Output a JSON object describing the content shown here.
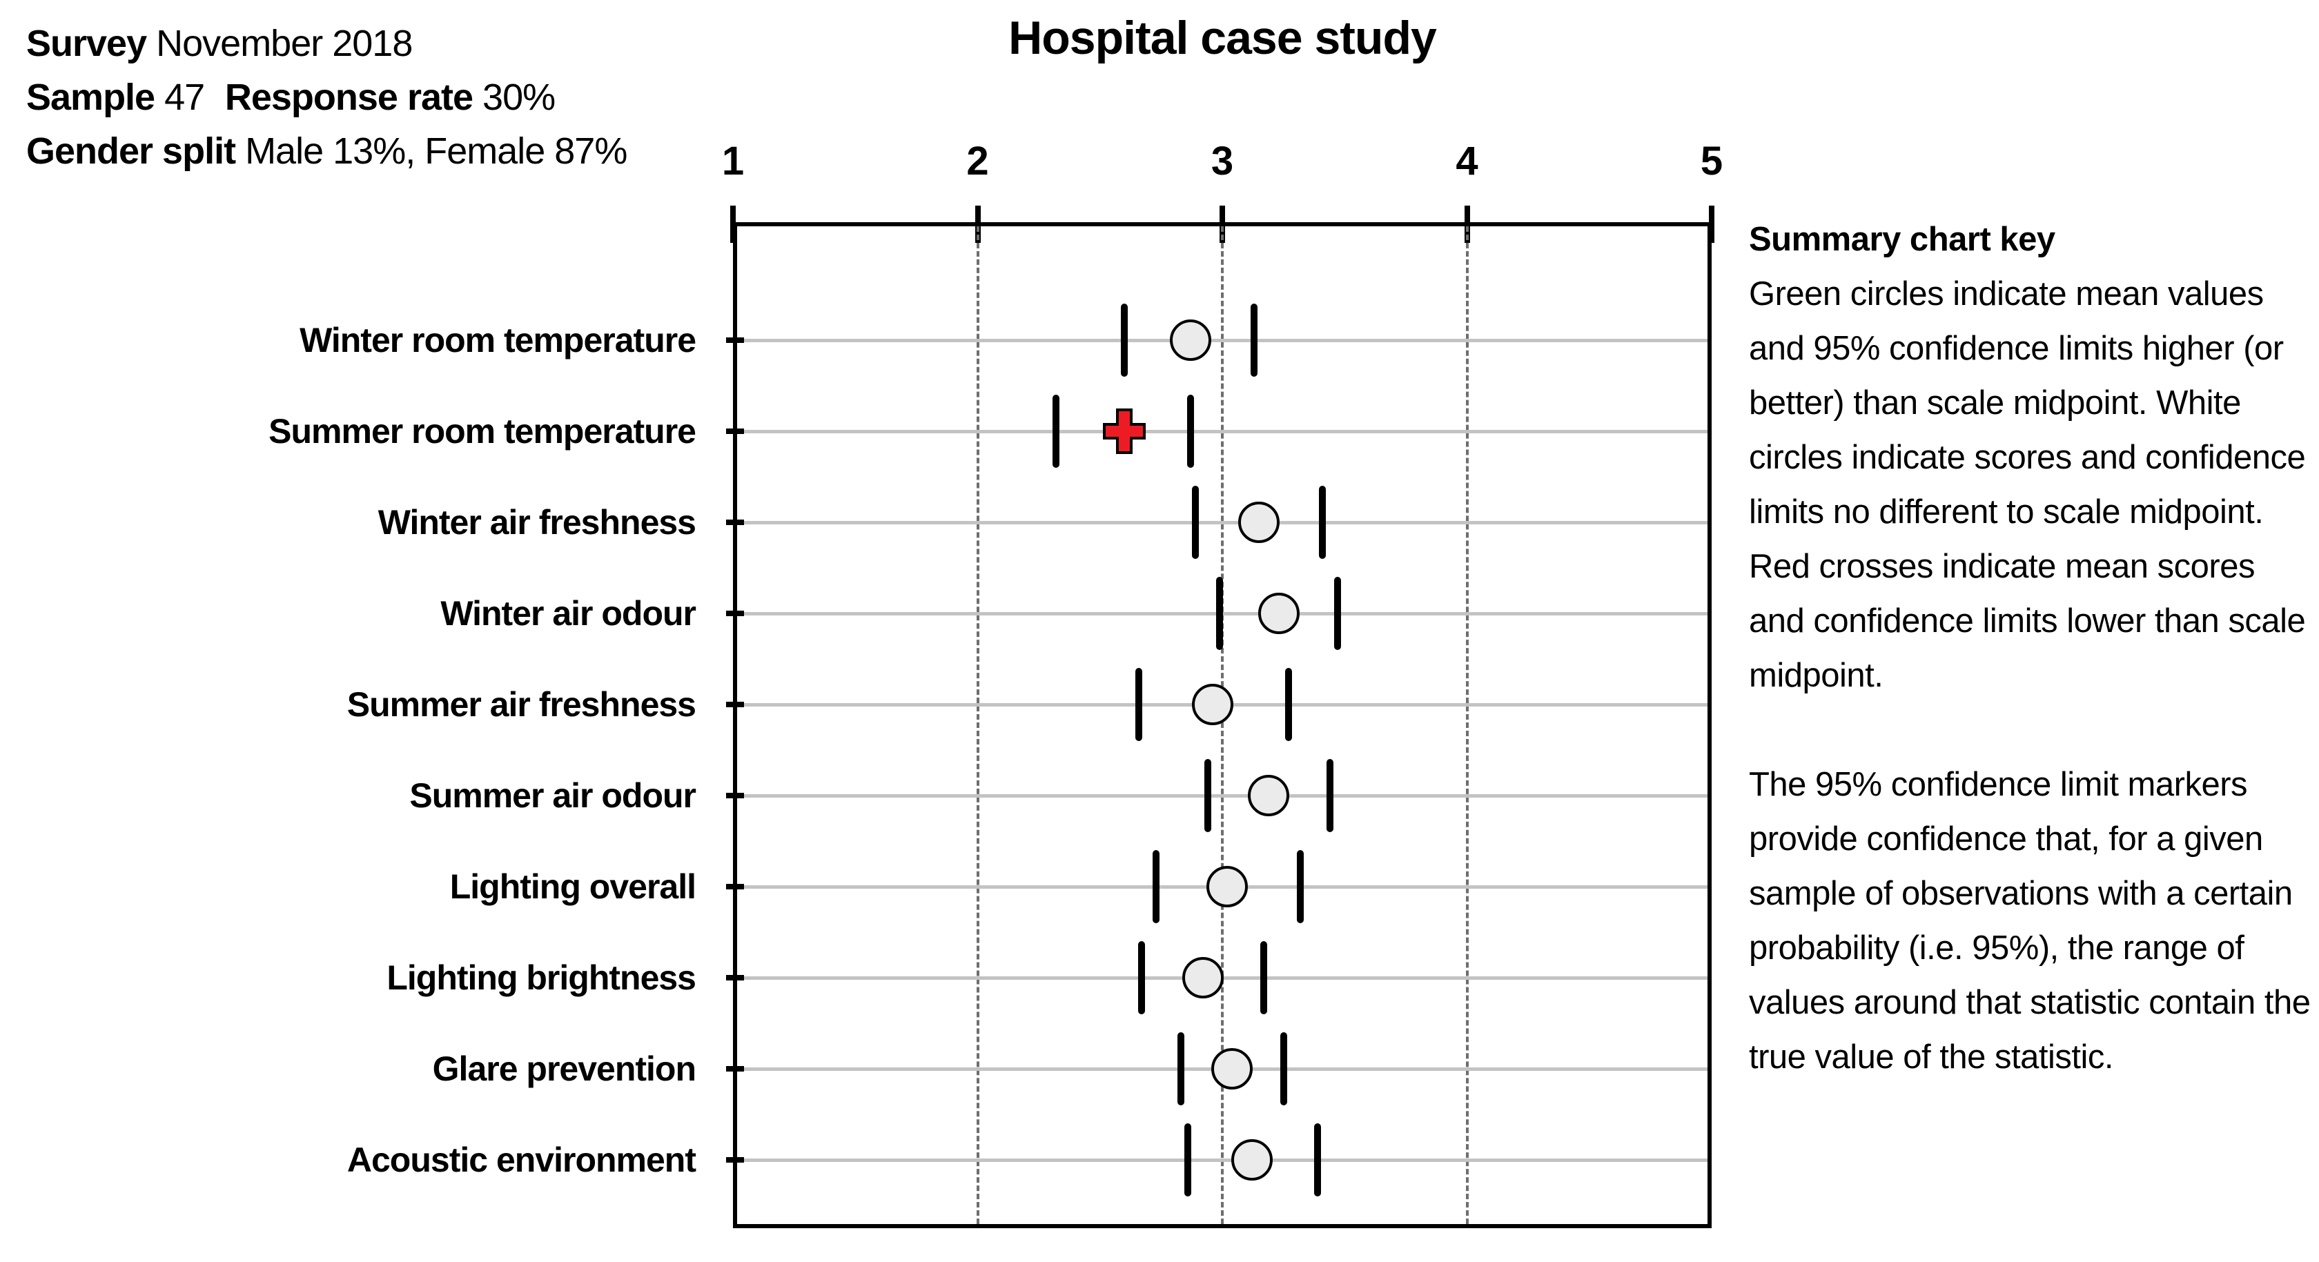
{
  "info": {
    "survey_label": "Survey",
    "survey_value": "November 2018",
    "sample_label": "Sample",
    "sample_value": "47",
    "response_label": "Response rate",
    "response_value": "30%",
    "gender_label": "Gender split",
    "gender_value": "Male 13%, Female 87%"
  },
  "key": {
    "title": "Summary chart key",
    "paragraph1": "Green circles indicate mean values and 95% confidence limits higher (or better) than scale midpoint. White circles indicate scores and confidence limits no different to scale midpoint. Red crosses indicate mean scores and confidence limits lower than scale midpoint.",
    "paragraph2": "The 95% confidence limit markers provide confidence that, for a given sample of observations with a certain probability (i.e. 95%), the range of values around that statistic contain the true value of the statistic."
  },
  "chart_data": {
    "type": "scatter",
    "subtype": "dot-plot-with-95pct-confidence-limits",
    "title": "Hospital case study",
    "xlabel": "",
    "ylabel": "",
    "x_axis": {
      "min": 1,
      "max": 5,
      "ticks": [
        1,
        2,
        3,
        4,
        5
      ],
      "dashed_gridlines": [
        2,
        3,
        4
      ],
      "scale_midpoint": 3
    },
    "legend_position": "right-text-key",
    "grid": "horizontal-row-lines-and-vertical-dashed",
    "rows": [
      {
        "label": "Winter room temperature",
        "marker": "white-circle",
        "mean": 2.87,
        "ci_low": 2.6,
        "ci_high": 3.13
      },
      {
        "label": "Summer room temperature",
        "marker": "red-cross",
        "mean": 2.6,
        "ci_low": 2.32,
        "ci_high": 2.87
      },
      {
        "label": "Winter air freshness",
        "marker": "white-circle",
        "mean": 3.15,
        "ci_low": 2.89,
        "ci_high": 3.41
      },
      {
        "label": "Winter air odour",
        "marker": "white-circle",
        "mean": 3.23,
        "ci_low": 2.99,
        "ci_high": 3.47
      },
      {
        "label": "Summer air freshness",
        "marker": "white-circle",
        "mean": 2.96,
        "ci_low": 2.66,
        "ci_high": 3.27
      },
      {
        "label": "Summer air odour",
        "marker": "white-circle",
        "mean": 3.19,
        "ci_low": 2.94,
        "ci_high": 3.44
      },
      {
        "label": "Lighting overall",
        "marker": "white-circle",
        "mean": 3.02,
        "ci_low": 2.73,
        "ci_high": 3.32
      },
      {
        "label": "Lighting brightness",
        "marker": "white-circle",
        "mean": 2.92,
        "ci_low": 2.67,
        "ci_high": 3.17
      },
      {
        "label": "Glare prevention",
        "marker": "white-circle",
        "mean": 3.04,
        "ci_low": 2.83,
        "ci_high": 3.25
      },
      {
        "label": "Acoustic environment",
        "marker": "white-circle",
        "mean": 3.12,
        "ci_low": 2.86,
        "ci_high": 3.39
      }
    ],
    "colors": {
      "red_cross": "#ed1c24",
      "circle_fill": "#ebebeb",
      "marker_outline": "#000000",
      "row_line": "#c3c3c3",
      "dashed_grid": "#6e6e6e",
      "plot_border": "#000000"
    }
  }
}
